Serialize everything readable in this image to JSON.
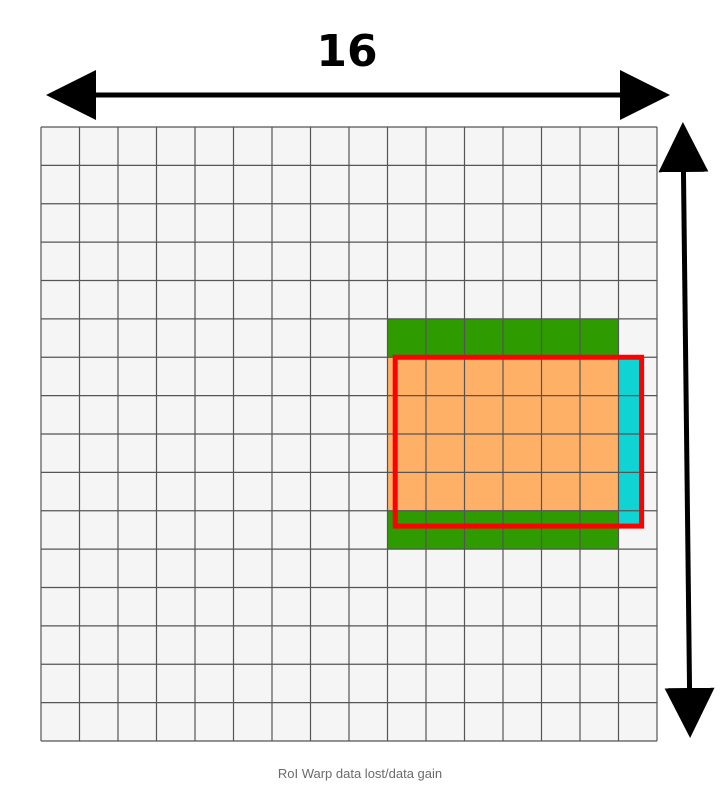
{
  "grid": {
    "rows": 16,
    "cols": 16,
    "cell_fill": "#f5f5f5",
    "line_color": "#555555"
  },
  "regions": [
    {
      "name": "green-region",
      "color": "#2e9b00",
      "col_start": 9,
      "col_end": 15,
      "row_start": 5,
      "row_end": 11
    },
    {
      "name": "orange-region",
      "color": "#ffb067",
      "col_start": 9,
      "col_end": 15,
      "row_start": 6,
      "row_end": 10
    },
    {
      "name": "cyan-region",
      "color": "#10d4d4",
      "col_start": 15,
      "col_end": 15.6,
      "row_start": 6,
      "row_end": 10.4
    }
  ],
  "roi_box": {
    "color": "#ff0000",
    "col_start": 9.2,
    "col_end": 15.6,
    "row_start": 6,
    "row_end": 10.4
  },
  "width_label": "16",
  "caption": "RoI Warp data lost/data gain"
}
